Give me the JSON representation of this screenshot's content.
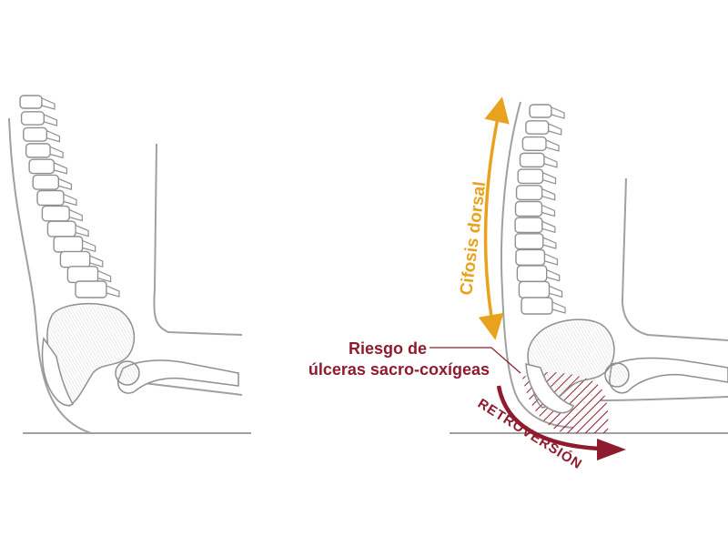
{
  "labels": {
    "cifosis": "Cifosis dorsal",
    "riesgo_line1": "Riesgo de",
    "riesgo_line2": "úlceras sacro-coxígeas",
    "retroversion": "RETROVERSIÓN"
  },
  "colors": {
    "orange": "#e8a21d",
    "dark_red": "#8e1b2e",
    "line_gray": "#a0a0a0",
    "bone_fill": "#ffffff",
    "bone_stroke": "#8f8f8f"
  },
  "figures": [
    {
      "name": "correct-sitting-posture",
      "vertebrae": 13
    },
    {
      "name": "slumped-sitting-posture",
      "vertebrae": 13
    }
  ]
}
